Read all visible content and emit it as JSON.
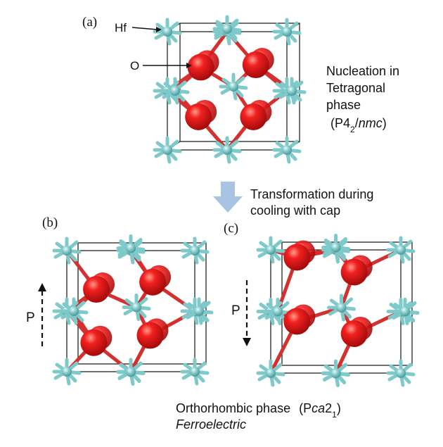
{
  "panel_labels": {
    "a": "(a)",
    "b": "(b)",
    "c": "(c)"
  },
  "atom_labels": {
    "hf": "Hf",
    "o": "O"
  },
  "tetragonal": {
    "line1": "Nucleation in",
    "line2": "Tetragonal",
    "line3": "phase",
    "group_open": "(P4",
    "group_sub": "2",
    "group_slash": "/",
    "group_italic": "nmc",
    "group_close": ")"
  },
  "transformation": {
    "line1": "Transformation during",
    "line2": "cooling with cap"
  },
  "polarization": {
    "b": "P",
    "c": "P"
  },
  "orthorhombic": {
    "prefix": "Orthorhombic phase",
    "group_open": "(P",
    "group_italic": "ca",
    "group_num": "2",
    "group_sub": "1",
    "group_close": ")",
    "line2": "Ferroelectric"
  },
  "colors": {
    "hafnium": "#7ec9c9",
    "oxygen": "#e51c1c",
    "bond": "#d43030",
    "arrow": "#a8c4e2",
    "frame": "#222222"
  }
}
